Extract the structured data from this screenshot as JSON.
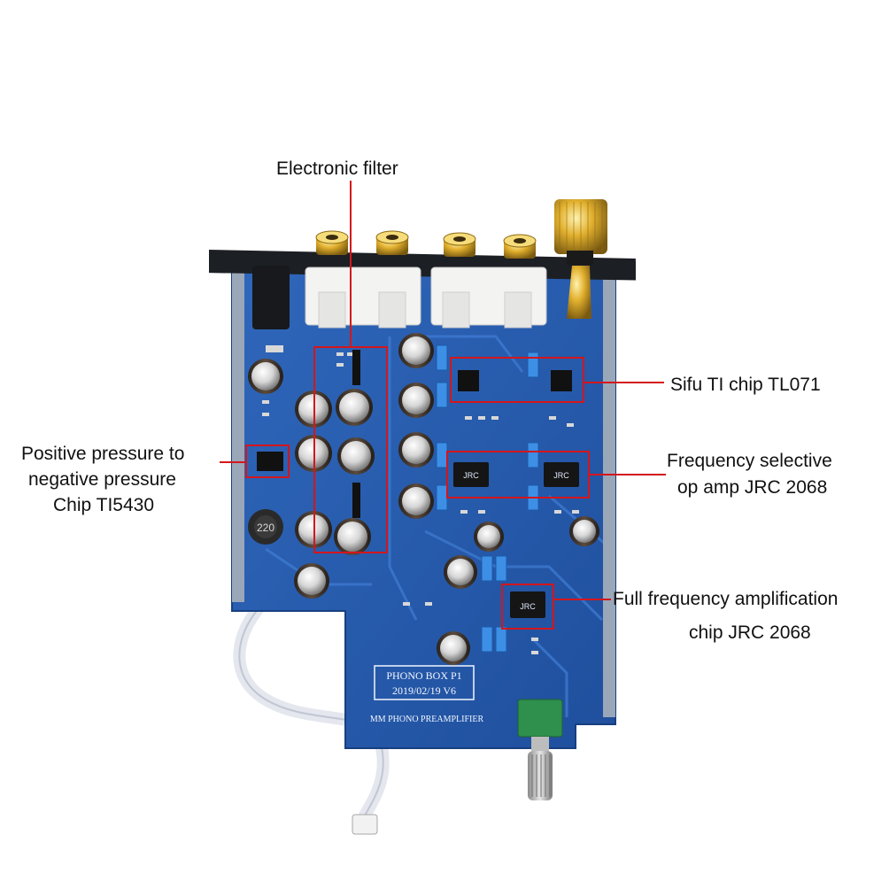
{
  "callouts": {
    "electronic_filter": "Electronic filter",
    "sifu_ti_chip": "Sifu TI chip TL071",
    "frequency_selective_line1": "Frequency selective",
    "frequency_selective_line2": "op amp JRC 2068",
    "positive_pressure_line1": "Positive pressure to",
    "positive_pressure_line2": "negative pressure",
    "positive_pressure_line3": "Chip TI5430",
    "full_frequency_line1": "Full frequency amplification",
    "full_frequency_line2": "chip JRC 2068"
  },
  "board_markings": {
    "model": "PHONO BOX P1",
    "date_version": "2019/02/19 V6",
    "product": "MM PHONO PREAMPLIFIER",
    "inductor": "220",
    "chip_jrc": "JRC"
  },
  "colors": {
    "pcb": "#2a5fb0",
    "pcb_dark": "#1d4a94",
    "annotation_line": "#d4161c",
    "text": "#111111",
    "gold": "#d9a925",
    "bracket": "#1c1f24"
  }
}
